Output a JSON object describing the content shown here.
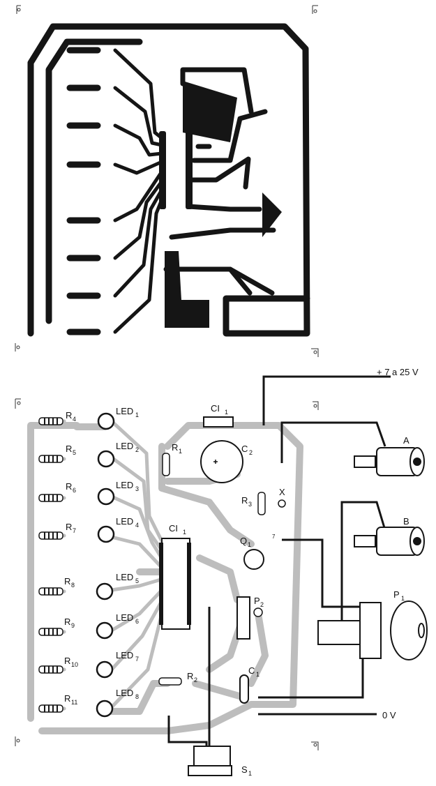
{
  "labels": {
    "power_in": "+ 7 a 25 V",
    "zero_v": "0 V",
    "jack_a": "A",
    "jack_b": "B",
    "pot": "P",
    "pot_sub": "1",
    "switch": "S",
    "switch_sub": "1",
    "ci_top": "CI",
    "ci_top_sub": "1",
    "ci_mid": "CI",
    "ci_mid_sub": "1",
    "c2": "C",
    "c2_sub": "2",
    "c1": "C",
    "c1_sub": "1",
    "r1": "R",
    "r1_sub": "1",
    "r2": "R",
    "r2_sub": "2",
    "r3": "R",
    "r3_sub": "3",
    "q1": "Q",
    "q1_sub": "1",
    "p2": "P",
    "p2_sub": "2",
    "x": "X",
    "dot7": "7",
    "leds": [
      {
        "led": "LED",
        "led_sub": "1",
        "r": "R",
        "r_sub": "4"
      },
      {
        "led": "LED",
        "led_sub": "2",
        "r": "R",
        "r_sub": "5"
      },
      {
        "led": "LED",
        "led_sub": "3",
        "r": "R",
        "r_sub": "6"
      },
      {
        "led": "LED",
        "led_sub": "4",
        "r": "R",
        "r_sub": "7"
      },
      {
        "led": "LED",
        "led_sub": "5",
        "r": "R",
        "r_sub": "8"
      },
      {
        "led": "LED",
        "led_sub": "6",
        "r": "R",
        "r_sub": "9"
      },
      {
        "led": "LED",
        "led_sub": "7",
        "r": "R",
        "r_sub": "10"
      },
      {
        "led": "LED",
        "led_sub": "8",
        "r": "R",
        "r_sub": "11"
      }
    ]
  },
  "colors": {
    "copper": "#151515",
    "silk_track": "#bdbdbd",
    "paper": "#ffffff"
  }
}
